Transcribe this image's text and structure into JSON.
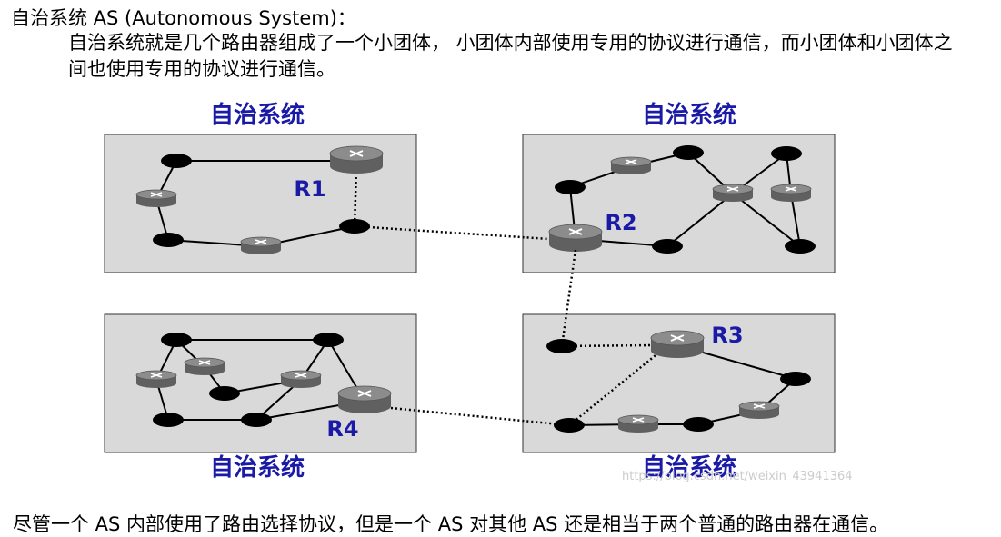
{
  "heading": "自治系统 AS (Autonomous System)：",
  "description": "自治系统就是几个路由器组成了一个小团体， 小团体内部使用专用的协议进行通信，而小团体和小团体之间也使用专用的协议进行通信。",
  "diagram": {
    "as_labels": [
      "自治系统",
      "自治系统",
      "自治系统",
      "自治系统"
    ],
    "routers": [
      "R1",
      "R2",
      "R3",
      "R4"
    ]
  },
  "footer": "尽管一个 AS 内部使用了路由选择协议，但是一个 AS 对其他 AS 还是相当于两个普通的路由器在通信。",
  "watermark": "https://blog.csdn.net/weixin_43941364",
  "colors": {
    "label_blue": "#1a1aa6",
    "box_fill": "#d9d9d9",
    "router_fill": "#7a7a7a",
    "node_fill": "#000000"
  }
}
